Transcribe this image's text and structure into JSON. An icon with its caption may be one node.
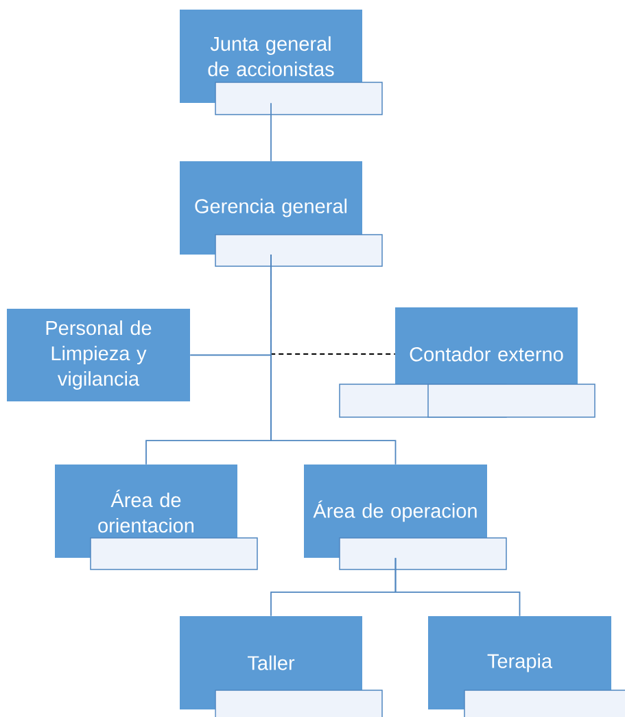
{
  "diagram": {
    "nodes": [
      {
        "text": [
          "Junta general de accionistas"
        ]
      },
      {
        "text": [
          "Gerencia general"
        ]
      },
      {
        "text": [
          "Personal de Limpieza y vigilancia"
        ]
      },
      {
        "text": [
          "Contador externo"
        ]
      },
      {
        "text": [
          "Área de orientacion"
        ]
      },
      {
        "text": [
          "Área de operacion"
        ]
      },
      {
        "text": [
          "Taller"
        ]
      },
      {
        "text": [
          "Terapia"
        ]
      }
    ],
    "edges": [
      {
        "from": 0,
        "to": 1,
        "arrow": "none"
      },
      {
        "from": 1,
        "to": 2,
        "arrow": "none"
      },
      {
        "from": 1,
        "to": 3,
        "arrow": "none",
        "style": "dashed",
        "color": "#000000"
      },
      {
        "from": 1,
        "to": 4,
        "arrow": "none"
      },
      {
        "from": 1,
        "to": 5,
        "arrow": "none"
      },
      {
        "from": 5,
        "to": 6,
        "arrow": "none"
      },
      {
        "from": 5,
        "to": 7,
        "arrow": "none"
      }
    ]
  }
}
